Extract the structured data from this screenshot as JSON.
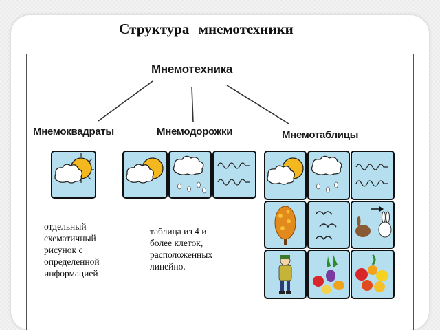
{
  "title": "Структура   мнемотехники",
  "diagram": {
    "root": "Мнемотехника",
    "branches": [
      {
        "label": "Мнемоквадраты",
        "description": [
          "отдельный",
          "схематичный",
          "рисунок с",
          "определенной",
          "информацией"
        ]
      },
      {
        "label": "Мнемодорожки",
        "description": [
          "таблица из 4 и",
          "более клеток,",
          "расположенных",
          "линейно."
        ]
      },
      {
        "label": "Мнемотаблицы",
        "description": []
      }
    ]
  },
  "icons": {
    "square": [
      "sun-cloud-icon"
    ],
    "track": [
      "sun-cloud-icon",
      "rain-cloud-icon",
      "wind-icon"
    ],
    "table": [
      [
        "sun-cloud-icon",
        "rain-cloud-icon",
        "wind-icon"
      ],
      [
        "autumn-tree-icon",
        "birds-icon",
        "hare-icon"
      ],
      [
        "child-warm-clothes-icon",
        "vegetables-icon",
        "fruits-icon"
      ]
    ]
  },
  "colors": {
    "cell": "#b5deef",
    "sun": "#f4b81e",
    "cloud": "#ffffff",
    "outline": "#111111"
  }
}
